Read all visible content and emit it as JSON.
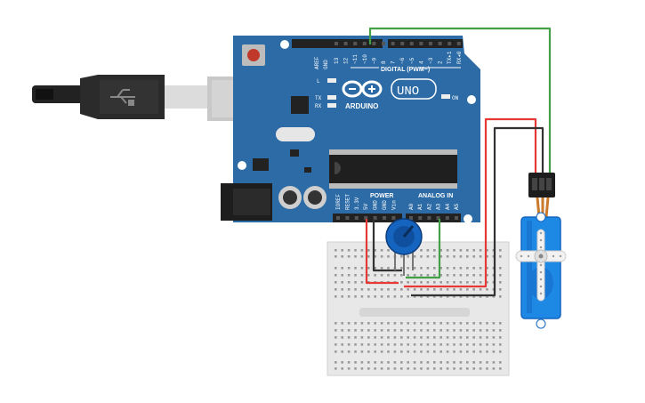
{
  "board": {
    "brand": "ARDUINO",
    "model": "UNO",
    "on_label": "ON",
    "l_label": "L",
    "tx_label": "TX",
    "rx_label": "RX",
    "digital_header": "DIGITAL (PWM~)",
    "power_header": "POWER",
    "analog_header": "ANALOG IN",
    "aref": "AREF",
    "gnd": "GND",
    "digital_pins": [
      "13",
      "12",
      "~11",
      "~10",
      "~9",
      "8",
      "7",
      "~6",
      "~5",
      "4",
      "~3",
      "2",
      "TX▸1",
      "RX◂0"
    ],
    "power_pins": [
      "IOREF",
      "RESET",
      "3.3V",
      "5V",
      "GND",
      "GND",
      "Vin"
    ],
    "analog_pins": [
      "A0",
      "A1",
      "A2",
      "A3",
      "A4",
      "A5"
    ]
  },
  "colors": {
    "board": "#2c6ba6",
    "wire_red": "#e53935",
    "wire_black": "#333333",
    "wire_green": "#43a047",
    "servo": "#1e88e5",
    "potentiometer": "#1565c0",
    "breadboard": "#e8e8e8"
  },
  "components": [
    "usb-cable",
    "arduino-uno",
    "breadboard",
    "potentiometer",
    "servo-motor"
  ]
}
